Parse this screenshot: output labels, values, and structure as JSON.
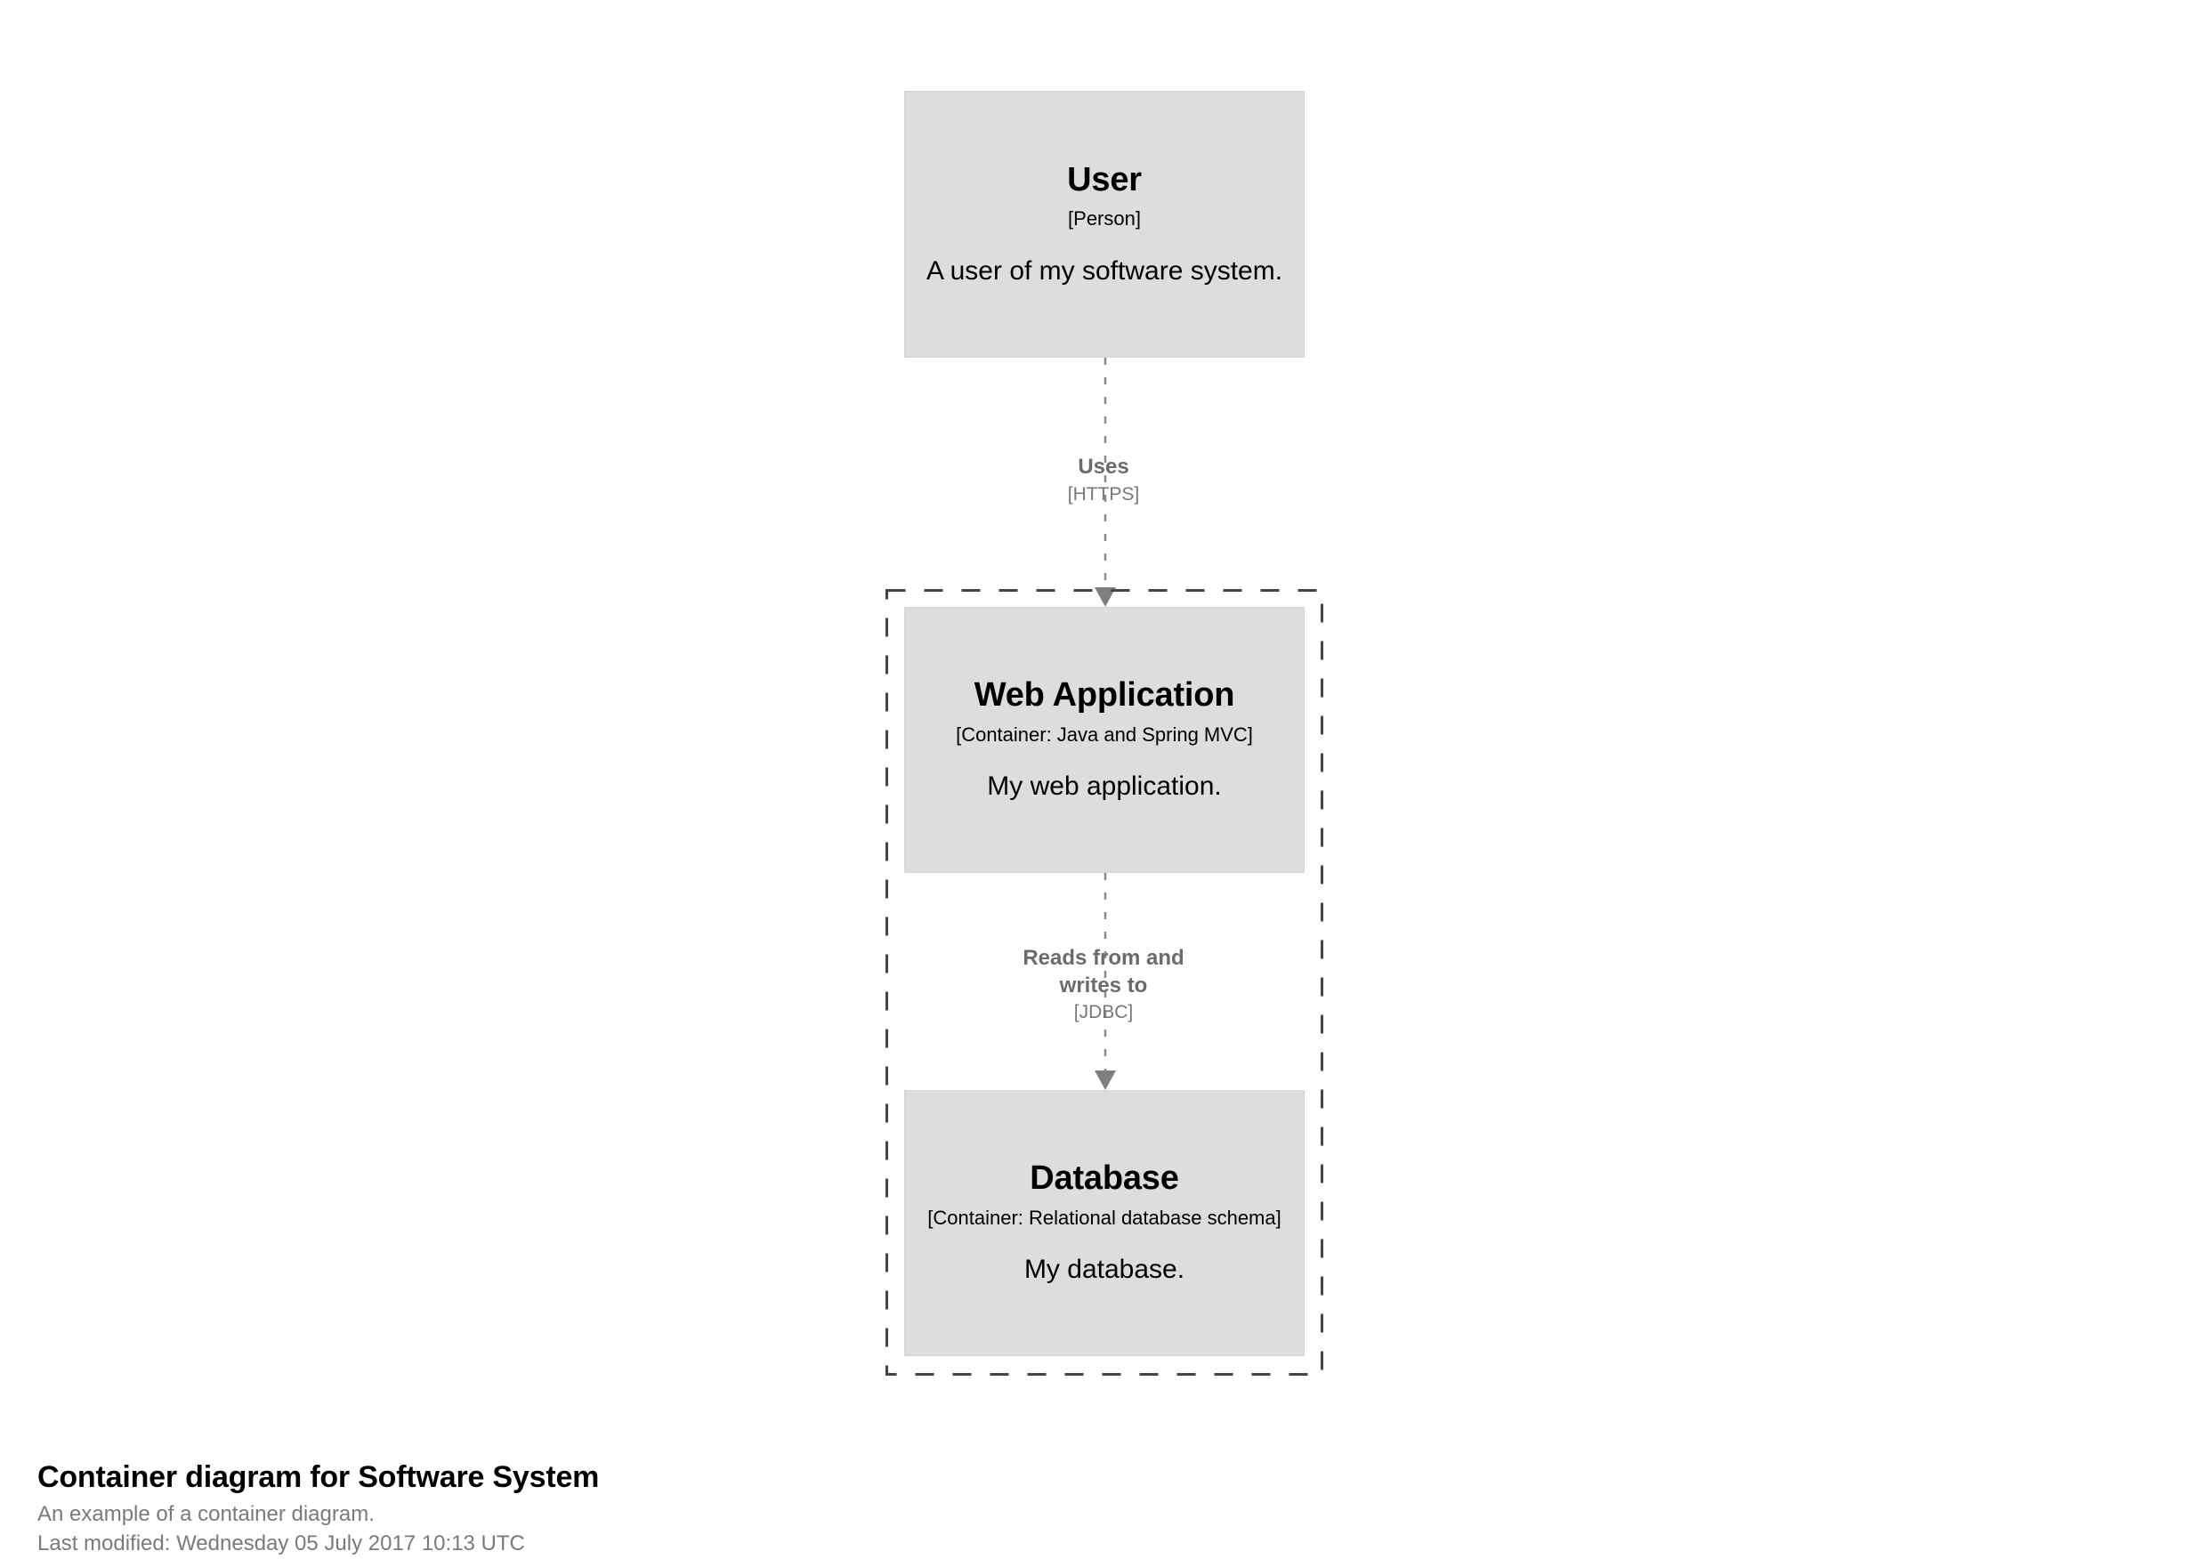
{
  "diagram": {
    "background_color": "#ffffff",
    "element_fill_color": "#dddddd",
    "element_text_color": "#000000",
    "relationship_color": "#808080",
    "boundary_color": "#444444",
    "caption_subtext_color": "#7a7a7a"
  },
  "nodes": {
    "user": {
      "name": "User",
      "type": "[Person]",
      "description": "A user of my software system."
    },
    "web_application": {
      "name": "Web Application",
      "type": "[Container: Java and Spring MVC]",
      "description": "My web application."
    },
    "database": {
      "name": "Database",
      "type": "[Container: Relational database schema]",
      "description": "My database."
    }
  },
  "relationships": [
    {
      "id": "uses",
      "description": "Uses",
      "technology": "[HTTPS]",
      "from": "User",
      "to": "Web Application"
    },
    {
      "id": "reads-writes",
      "description_line1": "Reads from and",
      "description_line2": "writes to",
      "technology": "[JDBC]",
      "from": "Web Application",
      "to": "Database"
    }
  ],
  "boundary": {
    "label": ""
  },
  "caption": {
    "title": "Container diagram for Software System",
    "subtitle": "An example of a container diagram.",
    "last_modified": "Last modified: Wednesday 05 July 2017 10:13 UTC"
  }
}
